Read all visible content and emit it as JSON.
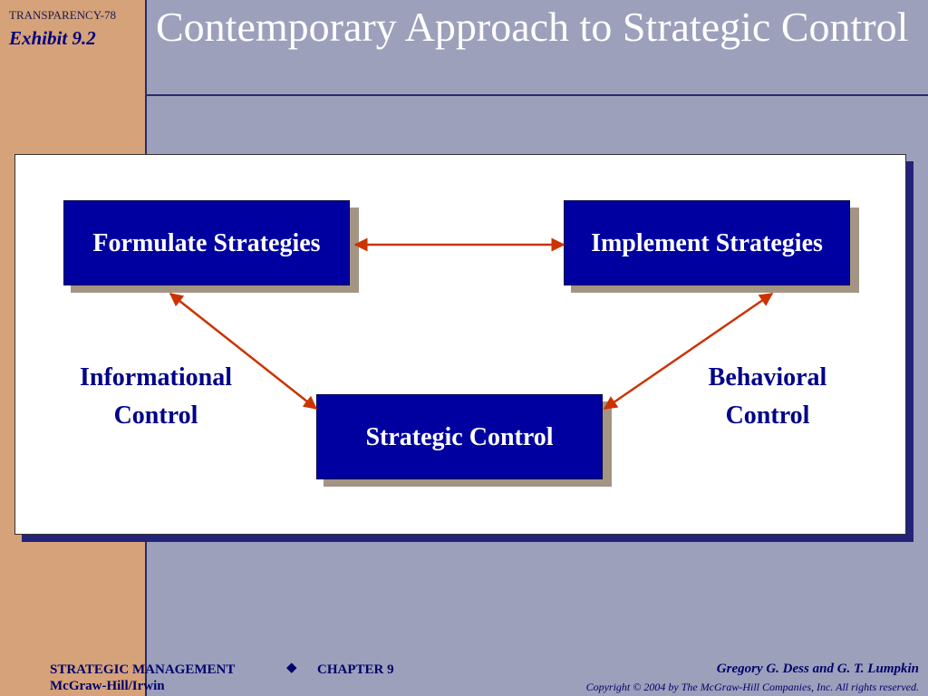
{
  "header": {
    "transparency": "TRANSPARENCY-78",
    "exhibit": "Exhibit 9.2",
    "title": "Contemporary Approach to Strategic Control"
  },
  "diagram": {
    "nodes": {
      "formulate": "Formulate Strategies",
      "implement": "Implement Strategies",
      "strategic": "Strategic Control"
    },
    "labels": {
      "informational": "Informational Control",
      "behavioral": "Behavioral Control"
    },
    "arrow_color": "#cc3300"
  },
  "footer": {
    "book": "STRATEGIC MANAGEMENT",
    "publisher": "McGraw-Hill/Irwin",
    "chapter": "CHAPTER 9",
    "authors": "Gregory G. Dess and G. T. Lumpkin",
    "copyright": "Copyright © 2004 by The McGraw-Hill Companies, Inc.  All rights reserved."
  }
}
